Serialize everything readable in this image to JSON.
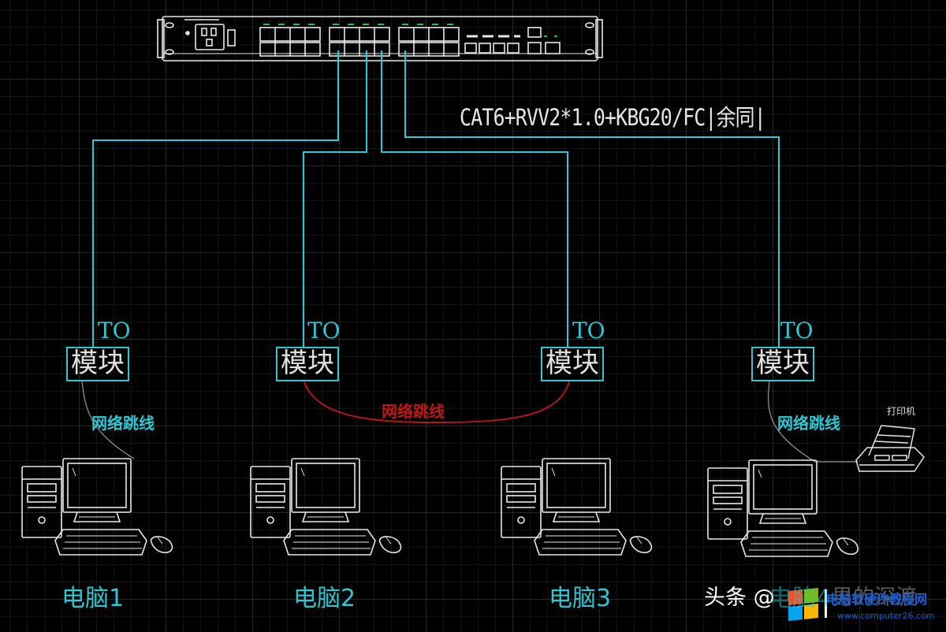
{
  "cable_spec": "CAT6+RVV2*1.0+KBG20/FC|余同|",
  "outlets": [
    {
      "to": "TO",
      "module": "模块",
      "patch": "网络跳线"
    },
    {
      "to": "TO",
      "module": "模块"
    },
    {
      "to": "TO",
      "module": "模块"
    },
    {
      "to": "TO",
      "module": "模块",
      "patch": "网络跳线"
    }
  ],
  "crossover_patch": "网络跳线",
  "printer_label": "打印机",
  "computers": [
    "电脑1",
    "电脑2",
    "电脑3",
    "电脑4"
  ],
  "watermark": {
    "source": "头条",
    "at": "@",
    "author": "男的深渡",
    "site_name": "电脑软硬件教程网",
    "site_url": "www.computer26.com"
  },
  "colors": {
    "background": "#000000",
    "cable": "#2ec8d4",
    "crossover": "#c01818",
    "device": "#e8e8e8"
  },
  "icons": [
    "network-switch-icon",
    "computer-icon",
    "printer-icon",
    "windows-logo-icon"
  ]
}
